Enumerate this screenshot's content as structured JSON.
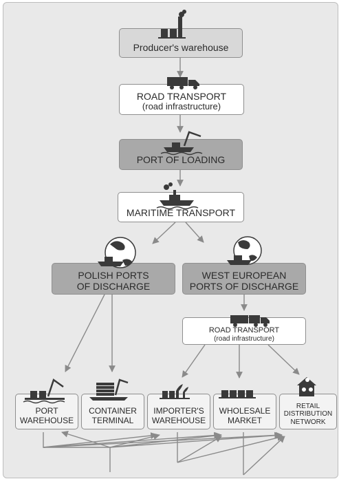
{
  "nodes": {
    "producer": "Producer's warehouse",
    "road1_line1": "ROAD TRANSPORT",
    "road1_line2": "(road infrastructure)",
    "port_loading": "PORT OF LOADING",
    "maritime": "MARITIME TRANSPORT",
    "polish_line1": "POLISH PORTS",
    "polish_line2": "OF DISCHARGE",
    "west_line1": "WEST EUROPEAN",
    "west_line2": "PORTS OF DISCHARGE",
    "road2_line1": "ROAD TRANSPORT",
    "road2_line2": "(road infrastructure)",
    "port_wh_line1": "PORT",
    "port_wh_line2": "WAREHOUSE",
    "container_line1": "CONTAINER",
    "container_line2": "TERMINAL",
    "importer_line1": "IMPORTER'S",
    "importer_line2": "WAREHOUSE",
    "wholesale_line1": "WHOLESALE",
    "wholesale_line2": "MARKET",
    "retail_line1": "RETAIL",
    "retail_line2": "DISTRIBUTION",
    "retail_line3": "NETWORK"
  },
  "icons": {
    "producer": "factory-icon",
    "road1": "truck-icon",
    "port_loading": "crane-ship-icon",
    "maritime": "ship-icon",
    "polish": "globe-ship-icon",
    "west": "globe-ship-icon",
    "road2": "truck-icon",
    "port_wh": "port-warehouse-icon",
    "container": "container-terminal-icon",
    "importer": "warehouse-icon",
    "wholesale": "market-icon",
    "retail": "retail-store-icon"
  },
  "colors": {
    "stage_bg": "#e9e9e9",
    "box_white": "#ffffff",
    "box_light": "#d8d8d8",
    "box_mid": "#a9a9a9",
    "line": "#8a8a8a",
    "icon": "#3a3a3a"
  }
}
